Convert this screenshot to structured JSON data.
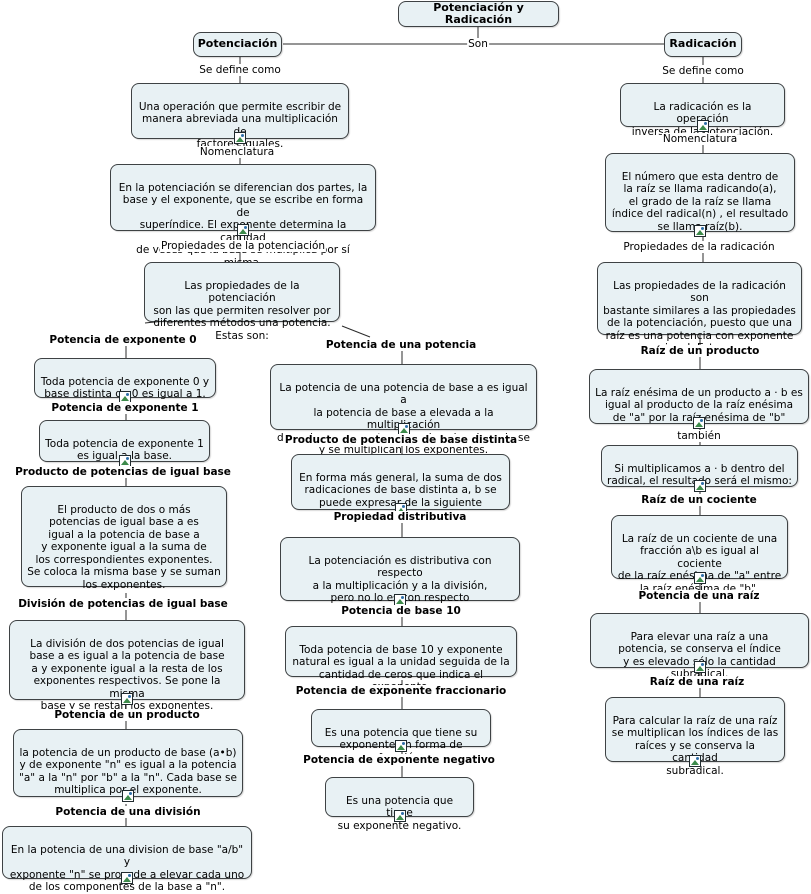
{
  "root": "Potenciación y Radicación",
  "son": "Son",
  "potenciacion": {
    "title": "Potenciación",
    "se_define": "Se define como",
    "definition": "Una operación que permite escribir de\nmanera abreviada una multiplicación de\nfactores iguales.",
    "nomenclatura_label": "Nomenclatura",
    "nomenclatura": "En la potenciación se diferencian dos partes, la\nbase y el exponente, que se escribe en forma de\nsuperíndice. El exponente determina la cantidad\nde veces que la base se multiplica por sí misma.",
    "propiedades_label": "Propiedades de la potenciación",
    "propiedades": "Las propiedades de la potenciación\nson las que permiten resolver por\ndiferentes métodos una potencia.\nEstas son:",
    "left": [
      {
        "label": "Potencia de exponente 0",
        "text": "Toda potencia de exponente 0 y\nbase distinta de 0 es igual a 1."
      },
      {
        "label": "Potencia de exponente 1",
        "text": "Toda potencia de exponente 1\nes igual a la base."
      },
      {
        "label": "Producto de potencias de igual base",
        "text": "El producto de dos o más\npotencias de igual base a es\nigual a la potencia de base a\ny exponente igual a la suma de\nlos correspondientes exponentes.\nSe coloca la misma base y se suman\nlos exponentes."
      },
      {
        "label": "División de potencias de igual base",
        "text": "La división de dos potencias de igual\nbase a es igual a la potencia de base\na y exponente igual a la resta de los\nexponentes respectivos. Se pone la misma\nbase y se restan los exponentes."
      },
      {
        "label": "Potencia de un producto",
        "text": "la potencia de un producto de base (a•b)\ny de exponente \"n\" es igual a la potencia\n\"a\" a la \"n\" por \"b\" a la \"n\". Cada base se\nmultiplica por el exponente."
      },
      {
        "label": "Potencia de una división",
        "text": "En la potencia de una division de base \"a/b\" y\nexponente \"n\" se procede a elevar cada uno\nde los componentes de la base a \"n\"."
      }
    ],
    "middle": [
      {
        "label": "Potencia de una potencia",
        "text": "La potencia de una potencia de base a es igual a\nla potencia de base a elevada a la multiplicación\nde ambos exponentes. Se coloca la misma base\ny se multiplican los exponentes."
      },
      {
        "label": "Producto de potencias de base distinta",
        "text": "En forma más general, la suma de dos\nradicaciones de base distinta a, b se\npuede expresar de la siguiente manera:"
      },
      {
        "label": "Propiedad distributiva",
        "text": "La potenciación es distributiva con respecto\na la multiplicación y a la división,\npero no lo es con respecto\na la suma ni a la resta."
      },
      {
        "label": "Potencia de base 10",
        "text": "Toda potencia de base 10 y exponente\nnatural es igual a la unidad seguida de la\ncantidad de ceros que indica el exponente."
      },
      {
        "label": "Potencia de exponente fraccionario",
        "text": "Es una potencia que tiene su\nexponente en forma de fracción."
      },
      {
        "label": "Potencia de exponente negativo",
        "text": "Es una potencia que tiene\nsu exponente negativo."
      }
    ]
  },
  "radicacion": {
    "title": "Radicación",
    "se_define": "Se define como",
    "definition": "La radicación es la operación\ninversa de la potenciación.",
    "nomenclatura_label": "Nomenclatura",
    "nomenclatura": "El número que esta dentro de\nla raíz se llama radicando(a),\nel grado de la raíz se llama\níndice del radical(n) , el resultado\nse llama raíz(b).",
    "propiedades_label": "Propiedades de la radicación",
    "propiedades": "Las propiedades de la radicación son\nbastante similares a las propiedades\nde la potenciación, puesto que una\nraíz es una potencia con exponente\nracional. Estas son:",
    "items": [
      {
        "label": "Raíz de un producto",
        "text": "La raíz enésima de un producto a · b es\nigual al producto de la raíz enésima\nde \"a\" por la raíz enésima de \"b\""
      },
      {
        "label": "también",
        "text": "Si multiplicamos a · b dentro del\nradical, el resultado será el mismo:"
      },
      {
        "label": "Raíz de un cociente",
        "text": "La raíz de un cociente de una\nfracción a\\b es igual al cociente\nde la raíz enésima de \"a\" entre\nla raíz enésima de \"b\"."
      },
      {
        "label": "Potencia de una raíz",
        "text": "Para elevar una raíz a una\npotencia, se conserva el índice\ny es elevado sólo la cantidad subradical."
      },
      {
        "label": "Raíz de una raíz",
        "text": "Para calcular la raíz de una raíz\nse multiplican los índices de las\nraíces y se conserva la cantidad\nsubradical."
      }
    ]
  }
}
